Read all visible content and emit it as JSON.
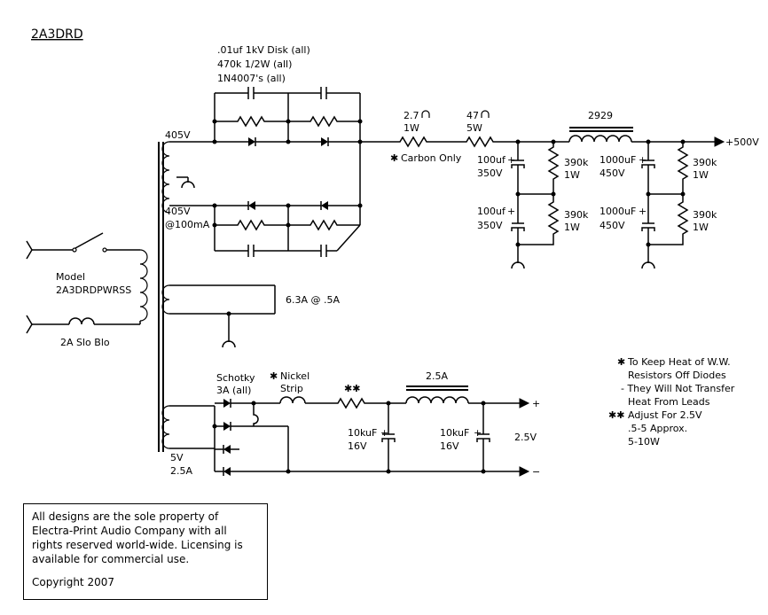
{
  "title": "2A3DRD",
  "top_notes": [
    ".01uf 1kV Disk (all)",
    "470k 1/2W (all)",
    "1N4007's (all)"
  ],
  "transformer": {
    "secondary_top": "405V",
    "secondary_bottom": [
      "405V",
      "@100mA"
    ],
    "model": [
      "Model",
      "2A3DRDPWRSS"
    ],
    "fuse": "2A Slo Blo",
    "heater": "6.3A @ .5A",
    "low_v": [
      "5V",
      "2.5A"
    ]
  },
  "filter": {
    "r1": [
      "2.7",
      "1W"
    ],
    "r2": [
      "47",
      "5W"
    ],
    "carbon_note": "Carbon Only",
    "choke": "2929",
    "c1": [
      "100uf",
      "350V"
    ],
    "c2": [
      "100uf",
      "350V"
    ],
    "r3": [
      "390k",
      "1W"
    ],
    "r4": [
      "390k",
      "1W"
    ],
    "c3": [
      "1000uF",
      "450V"
    ],
    "c4": [
      "1000uF",
      "450V"
    ],
    "r5": [
      "390k",
      "1W"
    ],
    "r6": [
      "390k",
      "1W"
    ],
    "output": "+500V"
  },
  "low_supply": {
    "schottky": [
      "Schotky",
      "3A (all)"
    ],
    "nickel": [
      "Nickel",
      "Strip"
    ],
    "adjust_mark": "**",
    "choke": "2.5A",
    "c1": [
      "10kuF",
      "16V"
    ],
    "c2": [
      "10kuF",
      "16V"
    ],
    "out_plus": "+",
    "out_minus": "−",
    "output": "2.5V"
  },
  "notes": {
    "n1": [
      "To Keep Heat of W.W.",
      "Resistors Off Diodes"
    ],
    "n2": [
      "- They Will Not Transfer",
      "Heat From Leads"
    ],
    "n3": [
      "Adjust For 2.5V",
      ".5-5     Approx.",
      "5-10W"
    ]
  },
  "copyright": {
    "lines": [
      "All designs are the sole property of",
      "Electra-Print Audio Company with all",
      "rights reserved world-wide. Licensing is",
      "available for commercial use."
    ],
    "year": "Copyright 2007"
  }
}
